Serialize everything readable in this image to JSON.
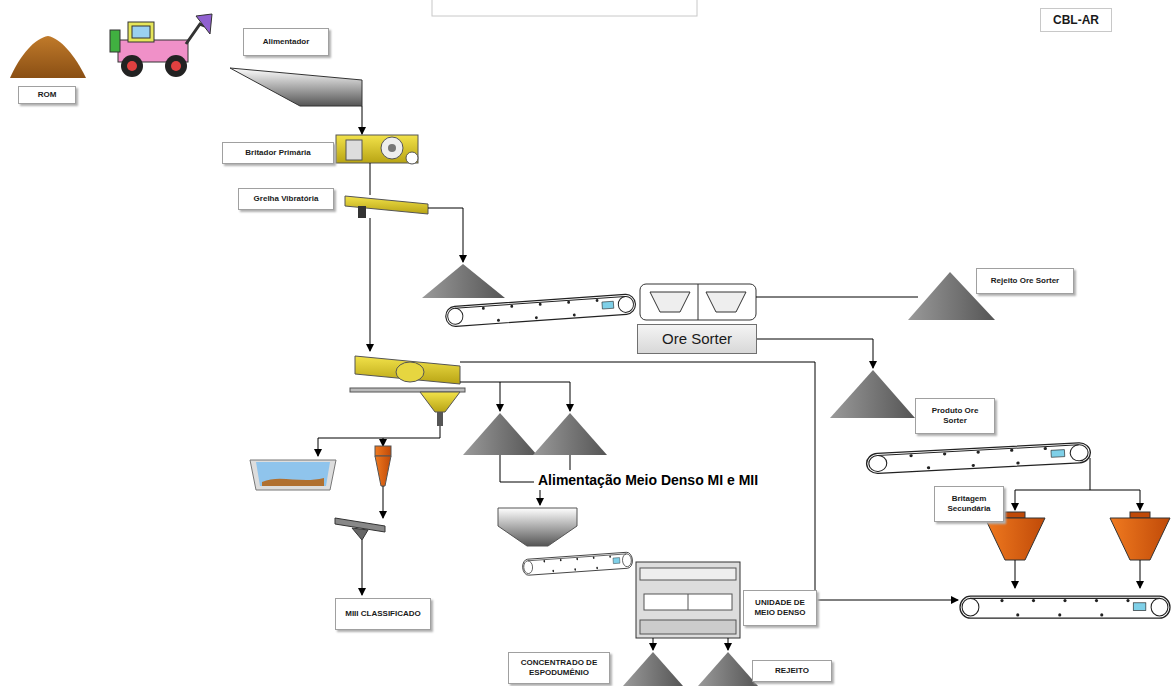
{
  "diagram": {
    "nodes": [
      {
        "text": [
          "ROM"
        ]
      },
      {
        "text": [
          "Alimentador"
        ]
      },
      {
        "text": [
          "CBL-AR"
        ]
      },
      {
        "text": [
          "Britador Primária"
        ]
      },
      {
        "text": [
          "Grelha Vibratória"
        ]
      },
      {
        "text": [
          "Rejeito Ore Sorter"
        ]
      },
      {
        "text": [
          "Ore Sorter"
        ]
      },
      {
        "text": [
          "Produto Ore Sorter"
        ]
      },
      {
        "text": [
          "Britagem Secundária"
        ]
      },
      {
        "text": [
          "UNIDADE DE MEIO DENSO"
        ]
      },
      {
        "text": [
          "MIII CLASSIFICADO"
        ]
      },
      {
        "text": [
          "CONCENTRADO DE ESPODUMÊNIO"
        ]
      },
      {
        "text": [
          "REJEITO"
        ]
      }
    ],
    "labels": [
      "Alimentação Meio Denso MI e MII"
    ]
  }
}
